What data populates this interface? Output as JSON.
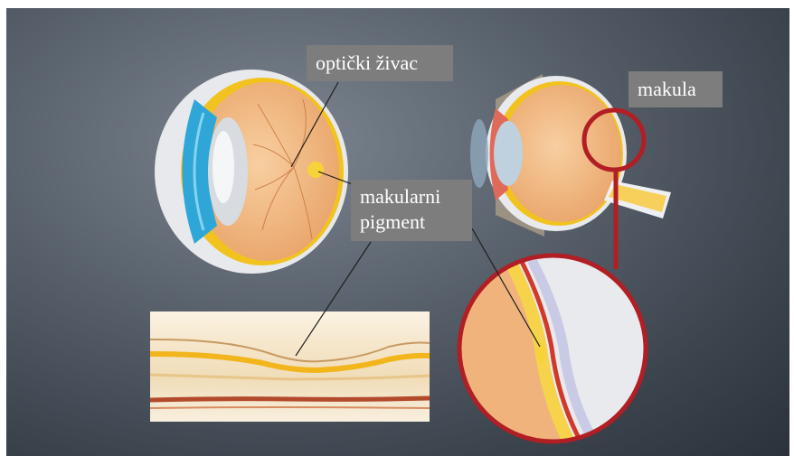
{
  "labels": {
    "optic_nerve": "optički živac",
    "macula": "makula",
    "macular_pigment_line1": "makularni",
    "macular_pigment_line2": "pigment"
  },
  "colors": {
    "background_light": "#7b848f",
    "background_dark": "#2b323b",
    "label_bg": "#7d7d7d",
    "highlight_circle": "#b11e24",
    "retina_orange": "#f1b57f",
    "pigment_yellow": "#f7d33a",
    "iris_blue": "#2fa6d8"
  }
}
